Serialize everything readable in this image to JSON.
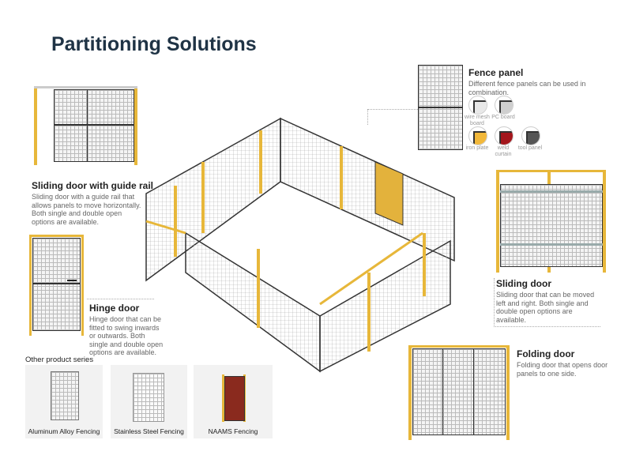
{
  "title": "Partitioning Solutions",
  "sections": {
    "sliding_guide": {
      "title": "Sliding door with guide rail",
      "desc": "Sliding door with a guide rail that allows panels to move horizontally. Both single and double open options are available."
    },
    "hinge": {
      "title": "Hinge door",
      "desc": "Hinge door that can be fitted to swing inwards or outwards. Both single and double open options are available."
    },
    "fence": {
      "title": "Fence panel",
      "desc": "Different fence panels can be used in combination."
    },
    "sliding": {
      "title": "Sliding door",
      "desc": "Sliding door that can be moved left and right. Both single and double open options are available."
    },
    "folding": {
      "title": "Folding door",
      "desc": "Folding door that opens door panels to one side."
    }
  },
  "panel_types": [
    {
      "label": "wire mesh board",
      "color": "#e8e8e8"
    },
    {
      "label": "PC board",
      "color": "#cfcfcf"
    },
    {
      "label": "iron plate",
      "color": "#f2b83a"
    },
    {
      "label": "weld curtain",
      "color": "#a3161c"
    },
    {
      "label": "tool panel",
      "color": "#555555"
    }
  ],
  "other": {
    "title": "Other product series",
    "items": [
      {
        "label": "Aluminum Alloy Fencing"
      },
      {
        "label": "Stainless Steel Fencing"
      },
      {
        "label": "NAAMS Fencing"
      }
    ]
  },
  "colors": {
    "post": "#e7b73a",
    "frame": "#333333",
    "title": "#1f3345"
  }
}
